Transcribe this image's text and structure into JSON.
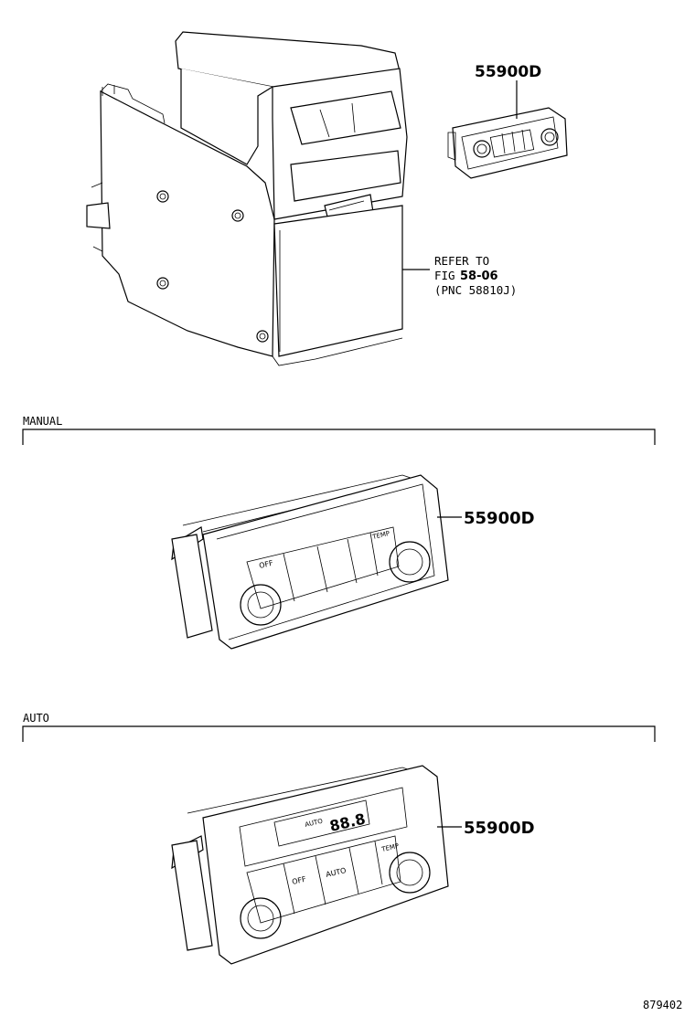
{
  "top": {
    "part_label": "55900D",
    "refer": {
      "line1": "REFER TO",
      "line2_prefix": "FIG",
      "line2_value": "58-06",
      "line3": "(PNC 58810J)"
    }
  },
  "manual": {
    "section_label": "MANUAL",
    "part_label": "55900D",
    "panel_text": {
      "off": "OFF",
      "temp": "TEMP"
    }
  },
  "auto": {
    "section_label": "AUTO",
    "part_label": "55900D",
    "panel_text": {
      "off": "OFF",
      "auto": "AUTO",
      "temp": "TEMP",
      "display": "88.8"
    }
  },
  "footer": {
    "figure_number": "879402"
  }
}
